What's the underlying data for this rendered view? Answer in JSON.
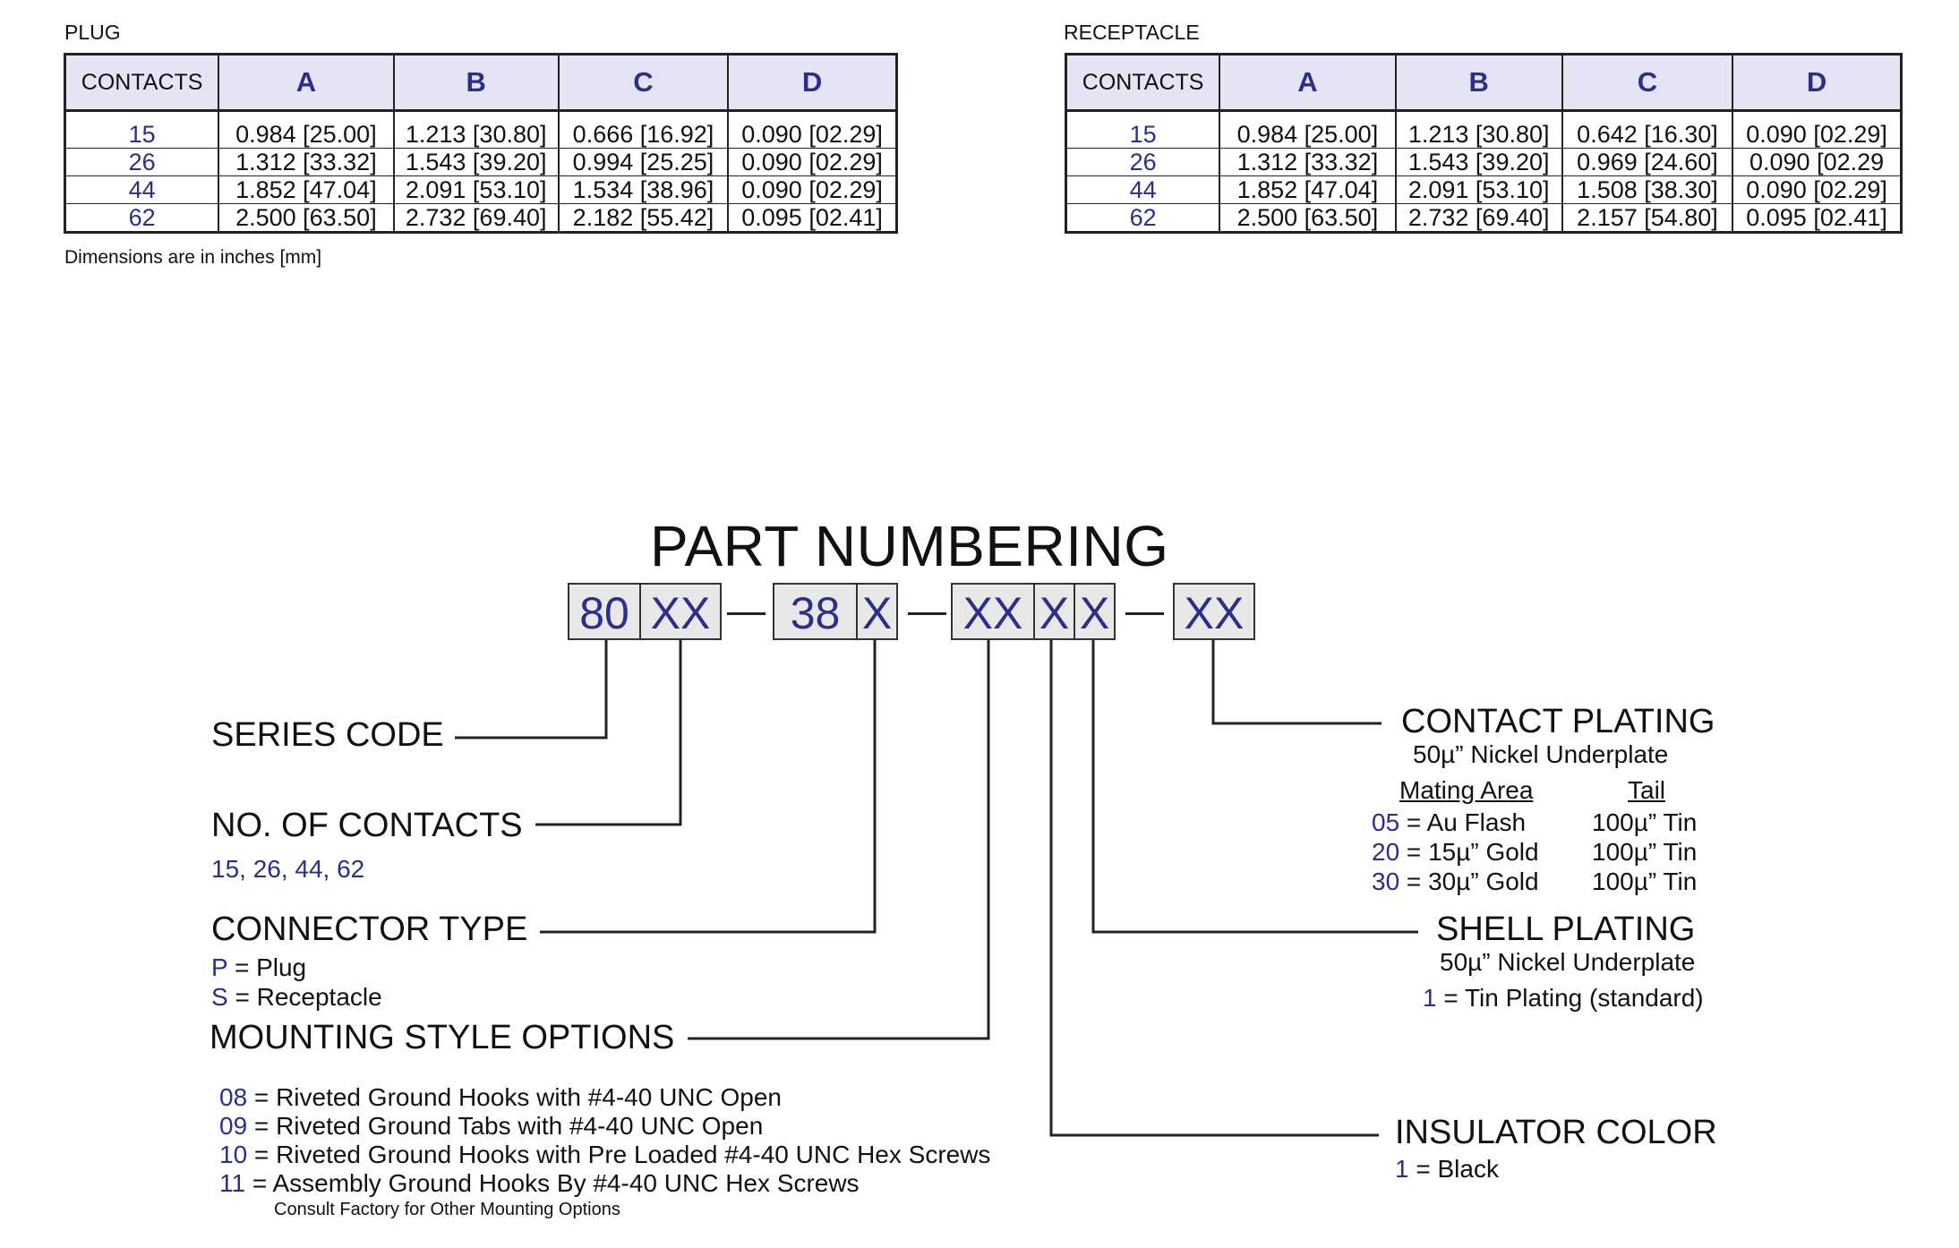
{
  "plug": {
    "title": "PLUG",
    "headers": [
      "CONTACTS",
      "A",
      "B",
      "C",
      "D"
    ],
    "rows": [
      [
        "15",
        "0.984 [25.00]",
        "1.213 [30.80]",
        "0.666 [16.92]",
        "0.090 [02.29]"
      ],
      [
        "26",
        "1.312 [33.32]",
        "1.543 [39.20]",
        "0.994 [25.25]",
        "0.090 [02.29]"
      ],
      [
        "44",
        "1.852 [47.04]",
        "2.091 [53.10]",
        "1.534 [38.96]",
        "0.090 [02.29]"
      ],
      [
        "62",
        "2.500 [63.50]",
        "2.732 [69.40]",
        "2.182 [55.42]",
        "0.095 [02.41]"
      ]
    ]
  },
  "receptacle": {
    "title": "RECEPTACLE",
    "headers": [
      "CONTACTS",
      "A",
      "B",
      "C",
      "D"
    ],
    "rows": [
      [
        "15",
        "0.984 [25.00]",
        "1.213 [30.80]",
        "0.642 [16.30]",
        "0.090 [02.29]"
      ],
      [
        "26",
        "1.312 [33.32]",
        "1.543 [39.20]",
        "0.969 [24.60]",
        "0.090 [02.29"
      ],
      [
        "44",
        "1.852 [47.04]",
        "2.091 [53.10]",
        "1.508 [38.30]",
        "0.090 [02.29]"
      ],
      [
        "62",
        "2.500 [63.50]",
        "2.732 [69.40]",
        "2.157 [54.80]",
        "0.095 [02.41]"
      ]
    ]
  },
  "dimensions_note": "Dimensions are in inches  [mm]",
  "part_numbering": {
    "title": "PART NUMBERING",
    "boxes": [
      "80",
      "XX",
      "38",
      "X",
      "XX",
      "X",
      "X",
      "XX"
    ]
  },
  "series_code": {
    "label": "SERIES CODE"
  },
  "contacts": {
    "label": "NO. OF CONTACTS",
    "values": "15, 26, 44, 62"
  },
  "connector_type": {
    "label": "CONNECTOR TYPE",
    "options": [
      {
        "code": "P",
        "text": " = Plug"
      },
      {
        "code": "S",
        "text": " = Receptacle"
      }
    ]
  },
  "mounting": {
    "label": "MOUNTING STYLE OPTIONS",
    "options": [
      {
        "code": "08",
        "text": " = Riveted Ground Hooks  with #4-40 UNC Open"
      },
      {
        "code": "09",
        "text": " = Riveted Ground Tabs with #4-40 UNC Open"
      },
      {
        "code": "10",
        "text": " = Riveted Ground Hooks with Pre Loaded #4-40 UNC Hex Screws"
      },
      {
        "code": "11",
        "text": " = Assembly Ground Hooks By #4-40 UNC Hex Screws"
      }
    ],
    "note": "Consult Factory for Other Mounting Options"
  },
  "contact_plating": {
    "label": "CONTACT PLATING",
    "underplate": "50µ” Nickel Underplate",
    "col_mating": "Mating Area",
    "col_tail": "Tail",
    "options": [
      {
        "code": "05",
        "text": " = Au Flash",
        "tail": "100µ” Tin"
      },
      {
        "code": "20",
        "text": " = 15µ” Gold",
        "tail": "100µ” Tin"
      },
      {
        "code": "30",
        "text": " = 30µ” Gold",
        "tail": "100µ” Tin"
      }
    ]
  },
  "shell_plating": {
    "label": "SHELL PLATING",
    "underplate": "50µ” Nickel Underplate",
    "code": "1",
    "text": " = Tin Plating (standard)"
  },
  "insulator_color": {
    "label": "INSULATOR COLOR",
    "code": "1",
    "text": " = Black"
  }
}
